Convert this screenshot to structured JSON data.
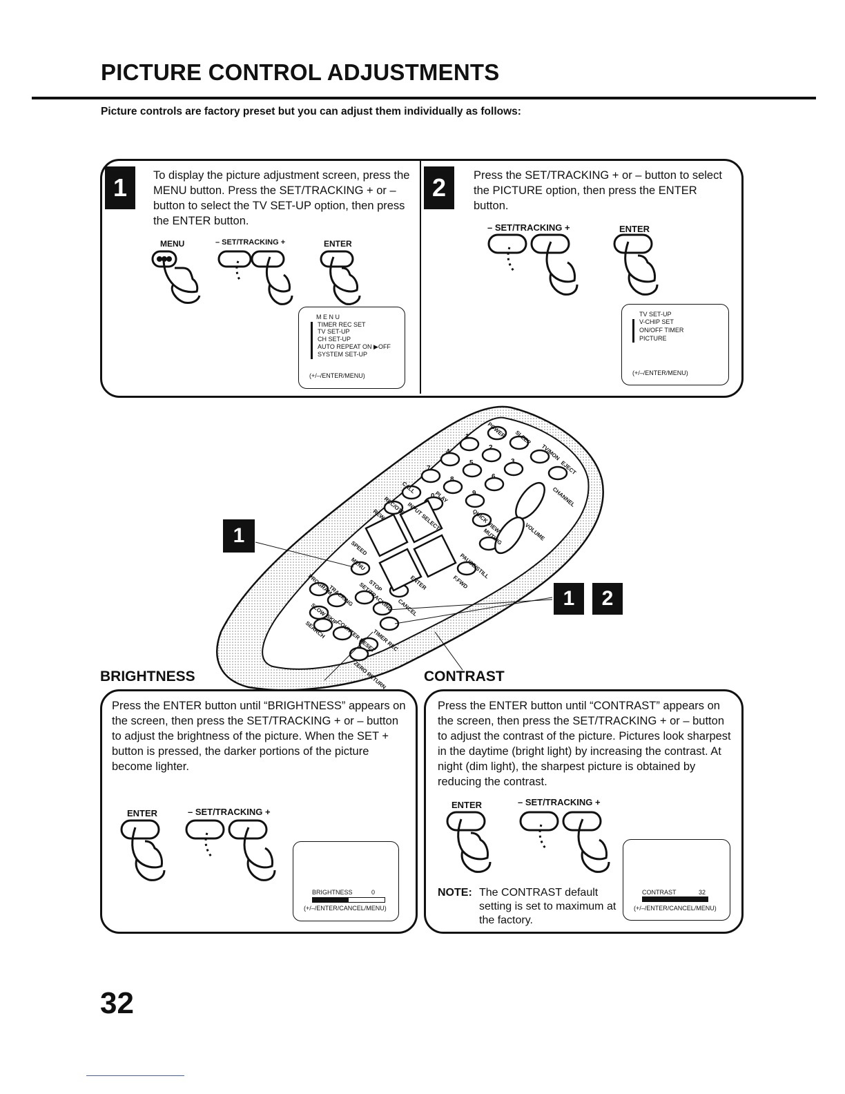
{
  "header": {
    "title": "PICTURE CONTROL ADJUSTMENTS",
    "subtitle": "Picture controls are factory preset but you can adjust them individually as follows:"
  },
  "step1": {
    "number": "1",
    "text": "To display the picture adjustment screen, press the MENU button. Press the SET/TRACKING + or – button to select the TV SET-UP option, then press the ENTER button.",
    "label_menu": "MENU",
    "label_settracking": "– SET/TRACKING +",
    "label_enter": "ENTER",
    "osd": {
      "title": "M E N U",
      "items": [
        "TIMER REC SET",
        "TV SET-UP",
        "CH SET-UP",
        "AUTO REPEAT   ON ▶OFF",
        "SYSTEM SET-UP"
      ],
      "footer": "(+/–/ENTER/MENU)"
    }
  },
  "step2": {
    "number": "2",
    "text": "Press the SET/TRACKING + or – button to select the PICTURE option, then press the ENTER button.",
    "label_settracking": "– SET/TRACKING +",
    "label_enter": "ENTER",
    "osd": {
      "title": "TV SET-UP",
      "items": [
        "V-CHIP SET",
        "ON/OFF TIMER",
        "PICTURE"
      ],
      "footer": "(+/–/ENTER/MENU)"
    }
  },
  "remote": {
    "callout_left": "1",
    "callout_right_a": "1",
    "callout_right_b": "2",
    "buttons": {
      "power": "POWER",
      "sleep": "SLEEP",
      "tvmon": "TV/MON",
      "eject": "EJECT",
      "call": "CALL",
      "input_select": "INPUT SELECT",
      "rec_otr": "REC/OTR",
      "channel": "CHANNEL",
      "menu": "MENU",
      "speed": "SPEED",
      "play": "PLAY",
      "quick_view": "QUICK VIEW",
      "volume": "VOLUME",
      "muting": "MUTING",
      "pause_still": "PAUSE/STILL",
      "f_fwd": "F.FWD",
      "stop": "STOP",
      "rew": "REW",
      "program": "PROGRAM",
      "tracking": "TRACKING",
      "set_tracking": "SET/TRACKING",
      "cancel": "CANCEL",
      "enter": "ENTER",
      "slow": "SLOW",
      "counter_reset": "COUNTER RESET",
      "timer_rec": "TIMER REC",
      "zero_return": "ZERO RETURN",
      "search": "SEARCH",
      "skip": "SKIP"
    },
    "digits": [
      "1",
      "2",
      "3",
      "4",
      "5",
      "6",
      "7",
      "8",
      "9",
      "0"
    ]
  },
  "brightness": {
    "heading": "BRIGHTNESS",
    "text": "Press the ENTER button until “BRIGHTNESS” appears on the screen, then press the SET/TRACKING + or – button to adjust the brightness of the picture. When the SET + button is pressed, the darker portions of the picture become lighter.",
    "label_enter": "ENTER",
    "label_settracking": "– SET/TRACKING +",
    "osd_label": "BRIGHTNESS",
    "osd_value": "0",
    "osd_level": 0.5,
    "osd_footer": "(+/–/ENTER/CANCEL/MENU)"
  },
  "contrast": {
    "heading": "CONTRAST",
    "text": "Press the ENTER button until “CONTRAST” appears on the screen, then press the SET/TRACKING + or – button to adjust the contrast of the picture. Pictures look sharpest in the daytime (bright light) by increasing the contrast. At night (dim light), the sharpest picture is obtained by reducing the contrast.",
    "label_enter": "ENTER",
    "label_settracking": "– SET/TRACKING +",
    "note_label": "NOTE:",
    "note_text": "The CONTRAST default setting is set to maximum at the factory.",
    "osd_label": "CONTRAST",
    "osd_value": "32",
    "osd_level": 1.0,
    "osd_footer": "(+/–/ENTER/CANCEL/MENU)"
  },
  "footer": {
    "page_number": "32"
  }
}
